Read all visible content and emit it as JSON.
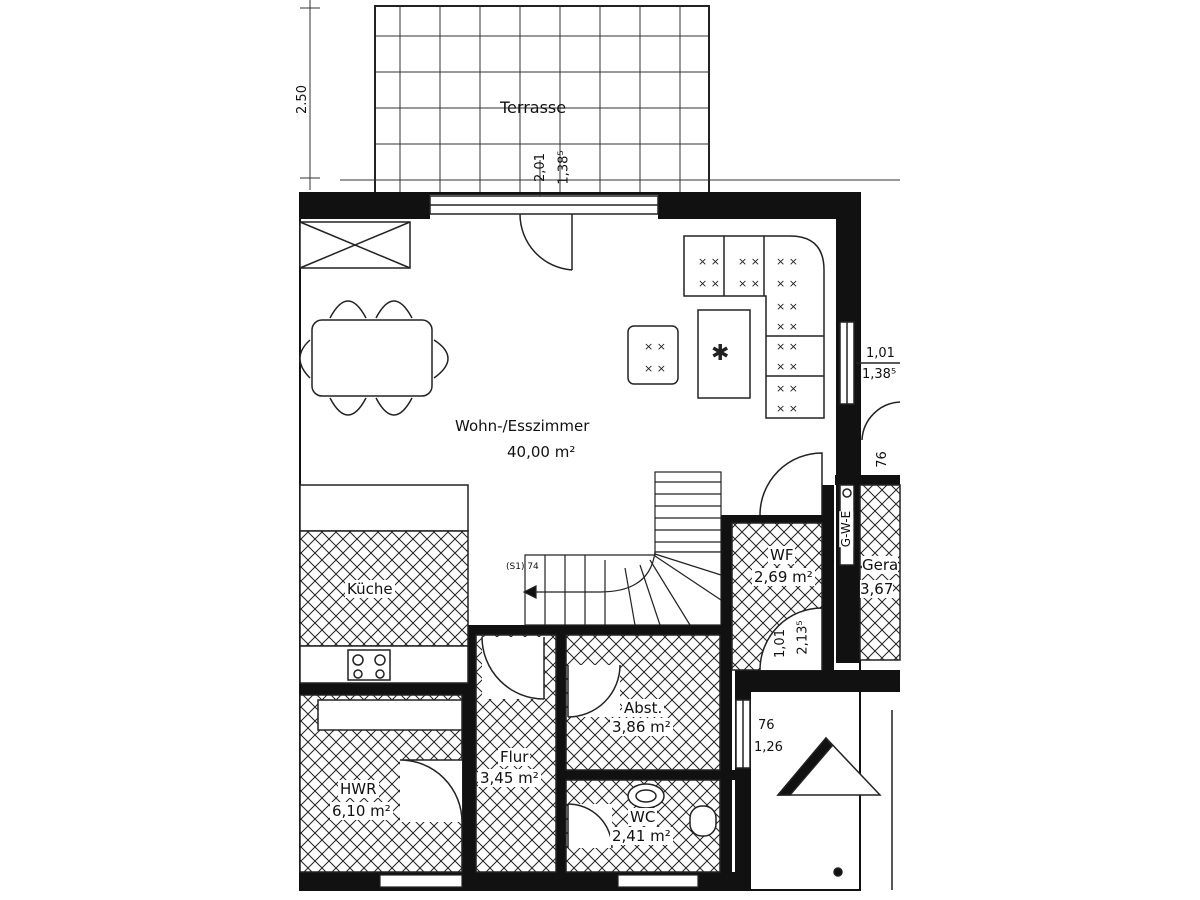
{
  "rooms": {
    "terrasse": {
      "name": "Terrasse"
    },
    "wohnen": {
      "name": "Wohn-/Esszimmer",
      "area": "40,00 m²"
    },
    "kueche": {
      "name": "Küche"
    },
    "wf": {
      "name": "WF",
      "area": "2,69 m²"
    },
    "geraete": {
      "name": "Gera",
      "area": "3,67"
    },
    "abst": {
      "name": "Abst.",
      "area": "3,86 m²"
    },
    "flur": {
      "name": "Flur",
      "area": "3,45 m²"
    },
    "wc": {
      "name": "WC",
      "area": "2,41 m²"
    },
    "hwr": {
      "name": "HWR",
      "area": "6,10 m²"
    }
  },
  "dimensions": {
    "terrace_depth": "2.50",
    "door_width": "2,01",
    "door_height": "1,38⁵",
    "window_right_width": "1,01",
    "window_right_height": "1,38⁵",
    "door_76": "76",
    "door_76_b": "76",
    "door_126": "1,26",
    "door_wf_width": "1,01",
    "door_wf_height": "2,13⁵",
    "stair_mark": "(S1)  74",
    "gwe": "G-W-E"
  }
}
